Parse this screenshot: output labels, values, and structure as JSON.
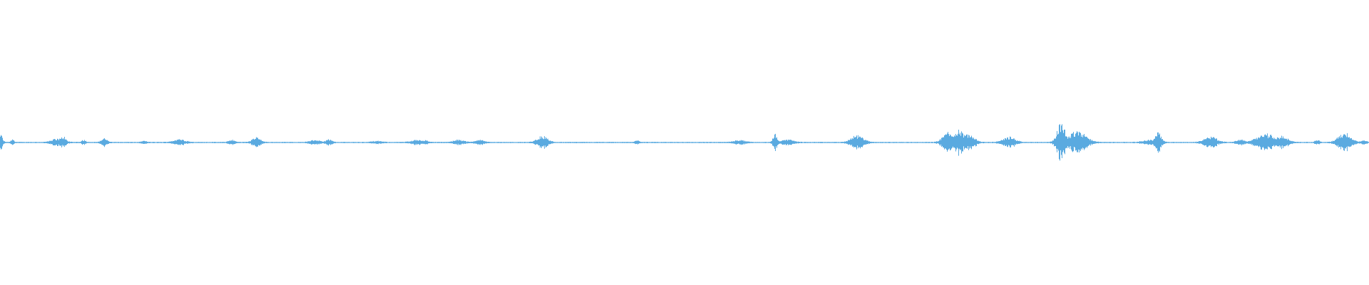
{
  "waveform": {
    "color": "#5aaae0",
    "background": "#ffffff",
    "max_abs": 1.0,
    "bursts": [
      {
        "t": 0.0,
        "amp": 0.42,
        "span": 0.004
      },
      {
        "t": 0.009,
        "amp": 0.15,
        "span": 0.003
      },
      {
        "t": 0.042,
        "amp": 0.18,
        "span": 0.012
      },
      {
        "t": 0.046,
        "amp": 0.3,
        "span": 0.005
      },
      {
        "t": 0.061,
        "amp": 0.12,
        "span": 0.004
      },
      {
        "t": 0.076,
        "amp": 0.18,
        "span": 0.006
      },
      {
        "t": 0.105,
        "amp": 0.06,
        "span": 0.005
      },
      {
        "t": 0.131,
        "amp": 0.14,
        "span": 0.012
      },
      {
        "t": 0.169,
        "amp": 0.12,
        "span": 0.006
      },
      {
        "t": 0.187,
        "amp": 0.24,
        "span": 0.008
      },
      {
        "t": 0.23,
        "amp": 0.11,
        "span": 0.01
      },
      {
        "t": 0.24,
        "amp": 0.14,
        "span": 0.006
      },
      {
        "t": 0.275,
        "amp": 0.06,
        "span": 0.01
      },
      {
        "t": 0.305,
        "amp": 0.12,
        "span": 0.012
      },
      {
        "t": 0.31,
        "amp": 0.09,
        "span": 0.006
      },
      {
        "t": 0.335,
        "amp": 0.12,
        "span": 0.01
      },
      {
        "t": 0.35,
        "amp": 0.14,
        "span": 0.008
      },
      {
        "t": 0.396,
        "amp": 0.32,
        "span": 0.01
      },
      {
        "t": 0.465,
        "amp": 0.1,
        "span": 0.004
      },
      {
        "t": 0.54,
        "amp": 0.1,
        "span": 0.012
      },
      {
        "t": 0.566,
        "amp": 0.42,
        "span": 0.004
      },
      {
        "t": 0.575,
        "amp": 0.14,
        "span": 0.012
      },
      {
        "t": 0.626,
        "amp": 0.34,
        "span": 0.012
      },
      {
        "t": 0.692,
        "amp": 0.5,
        "span": 0.01
      },
      {
        "t": 0.7,
        "amp": 0.65,
        "span": 0.012
      },
      {
        "t": 0.708,
        "amp": 0.45,
        "span": 0.01
      },
      {
        "t": 0.737,
        "amp": 0.26,
        "span": 0.012
      },
      {
        "t": 0.775,
        "amp": 1.0,
        "span": 0.008
      },
      {
        "t": 0.787,
        "amp": 0.6,
        "span": 0.016
      },
      {
        "t": 0.84,
        "amp": 0.12,
        "span": 0.014
      },
      {
        "t": 0.846,
        "amp": 0.5,
        "span": 0.006
      },
      {
        "t": 0.884,
        "amp": 0.3,
        "span": 0.012
      },
      {
        "t": 0.906,
        "amp": 0.14,
        "span": 0.008
      },
      {
        "t": 0.924,
        "amp": 0.46,
        "span": 0.016
      },
      {
        "t": 0.936,
        "amp": 0.3,
        "span": 0.012
      },
      {
        "t": 0.962,
        "amp": 0.1,
        "span": 0.005
      },
      {
        "t": 0.982,
        "amp": 0.5,
        "span": 0.012
      },
      {
        "t": 0.996,
        "amp": 0.08,
        "span": 0.006
      }
    ]
  }
}
